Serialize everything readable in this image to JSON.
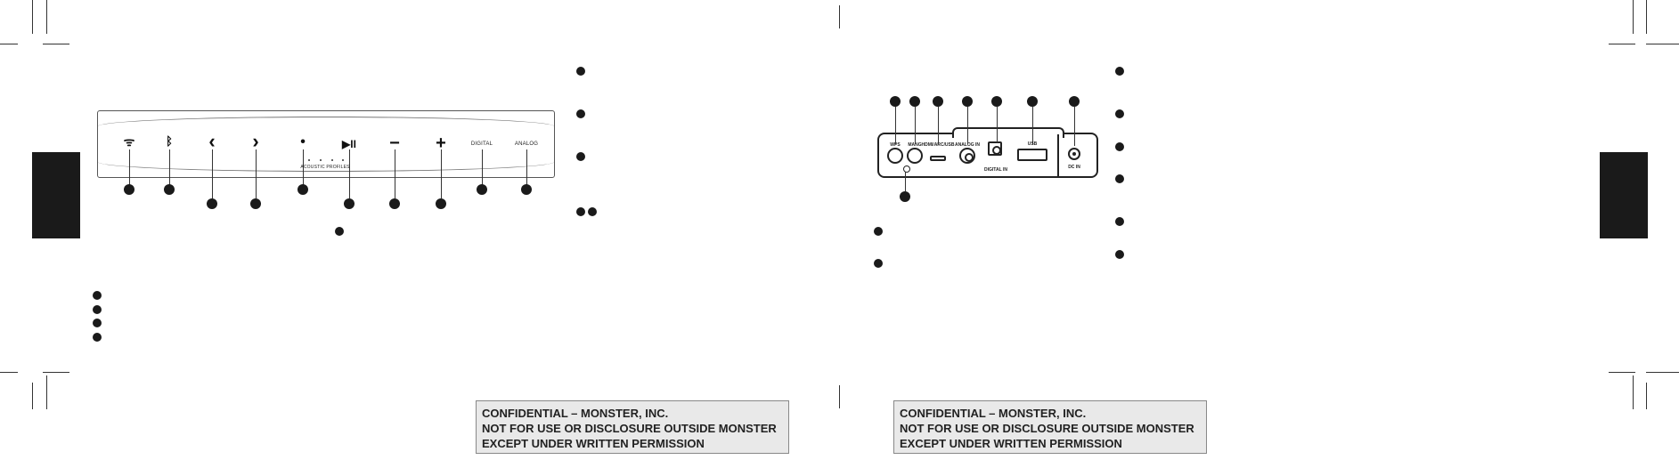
{
  "top_panel": {
    "buttons": [
      {
        "name": "wifi",
        "icon": "wifi-icon",
        "glyph": "ᯤ"
      },
      {
        "name": "bluetooth",
        "icon": "bluetooth-icon",
        "glyph": "ᛒ"
      },
      {
        "name": "previous",
        "icon": "chevron-left-icon",
        "glyph": "‹"
      },
      {
        "name": "next",
        "icon": "chevron-right-icon",
        "glyph": "›"
      },
      {
        "name": "acoustic-profile",
        "icon": "dot-icon",
        "glyph": "•"
      },
      {
        "name": "play-pause",
        "icon": "play-pause-icon",
        "glyph": "▶II"
      },
      {
        "name": "volume-down",
        "icon": "minus-icon",
        "glyph": "−"
      },
      {
        "name": "volume-up",
        "icon": "plus-icon",
        "glyph": "+"
      }
    ],
    "acoustic_profile_label": "ACOUSTIC PROFILES",
    "digital_label": "DIGITAL",
    "analog_label": "ANALOG"
  },
  "rear_panel": {
    "ports": [
      "WPS",
      "MANG",
      "HDMI/ARC/USB",
      "ANALOG IN",
      "DIGITAL IN",
      "USB",
      "DC IN"
    ]
  },
  "notices": [
    {
      "line1": "CONFIDENTIAL – MONSTER, INC.",
      "line2": "NOT FOR USE OR DISCLOSURE OUTSIDE MONSTER",
      "line3": "EXCEPT UNDER WRITTEN PERMISSION"
    },
    {
      "line1": "CONFIDENTIAL – MONSTER, INC.",
      "line2": "NOT FOR USE OR DISCLOSURE OUTSIDE MONSTER",
      "line3": "EXCEPT UNDER WRITTEN PERMISSION"
    }
  ],
  "colors": {
    "ink": "#1a1a1a",
    "notice_bg": "#e9e9e9"
  }
}
